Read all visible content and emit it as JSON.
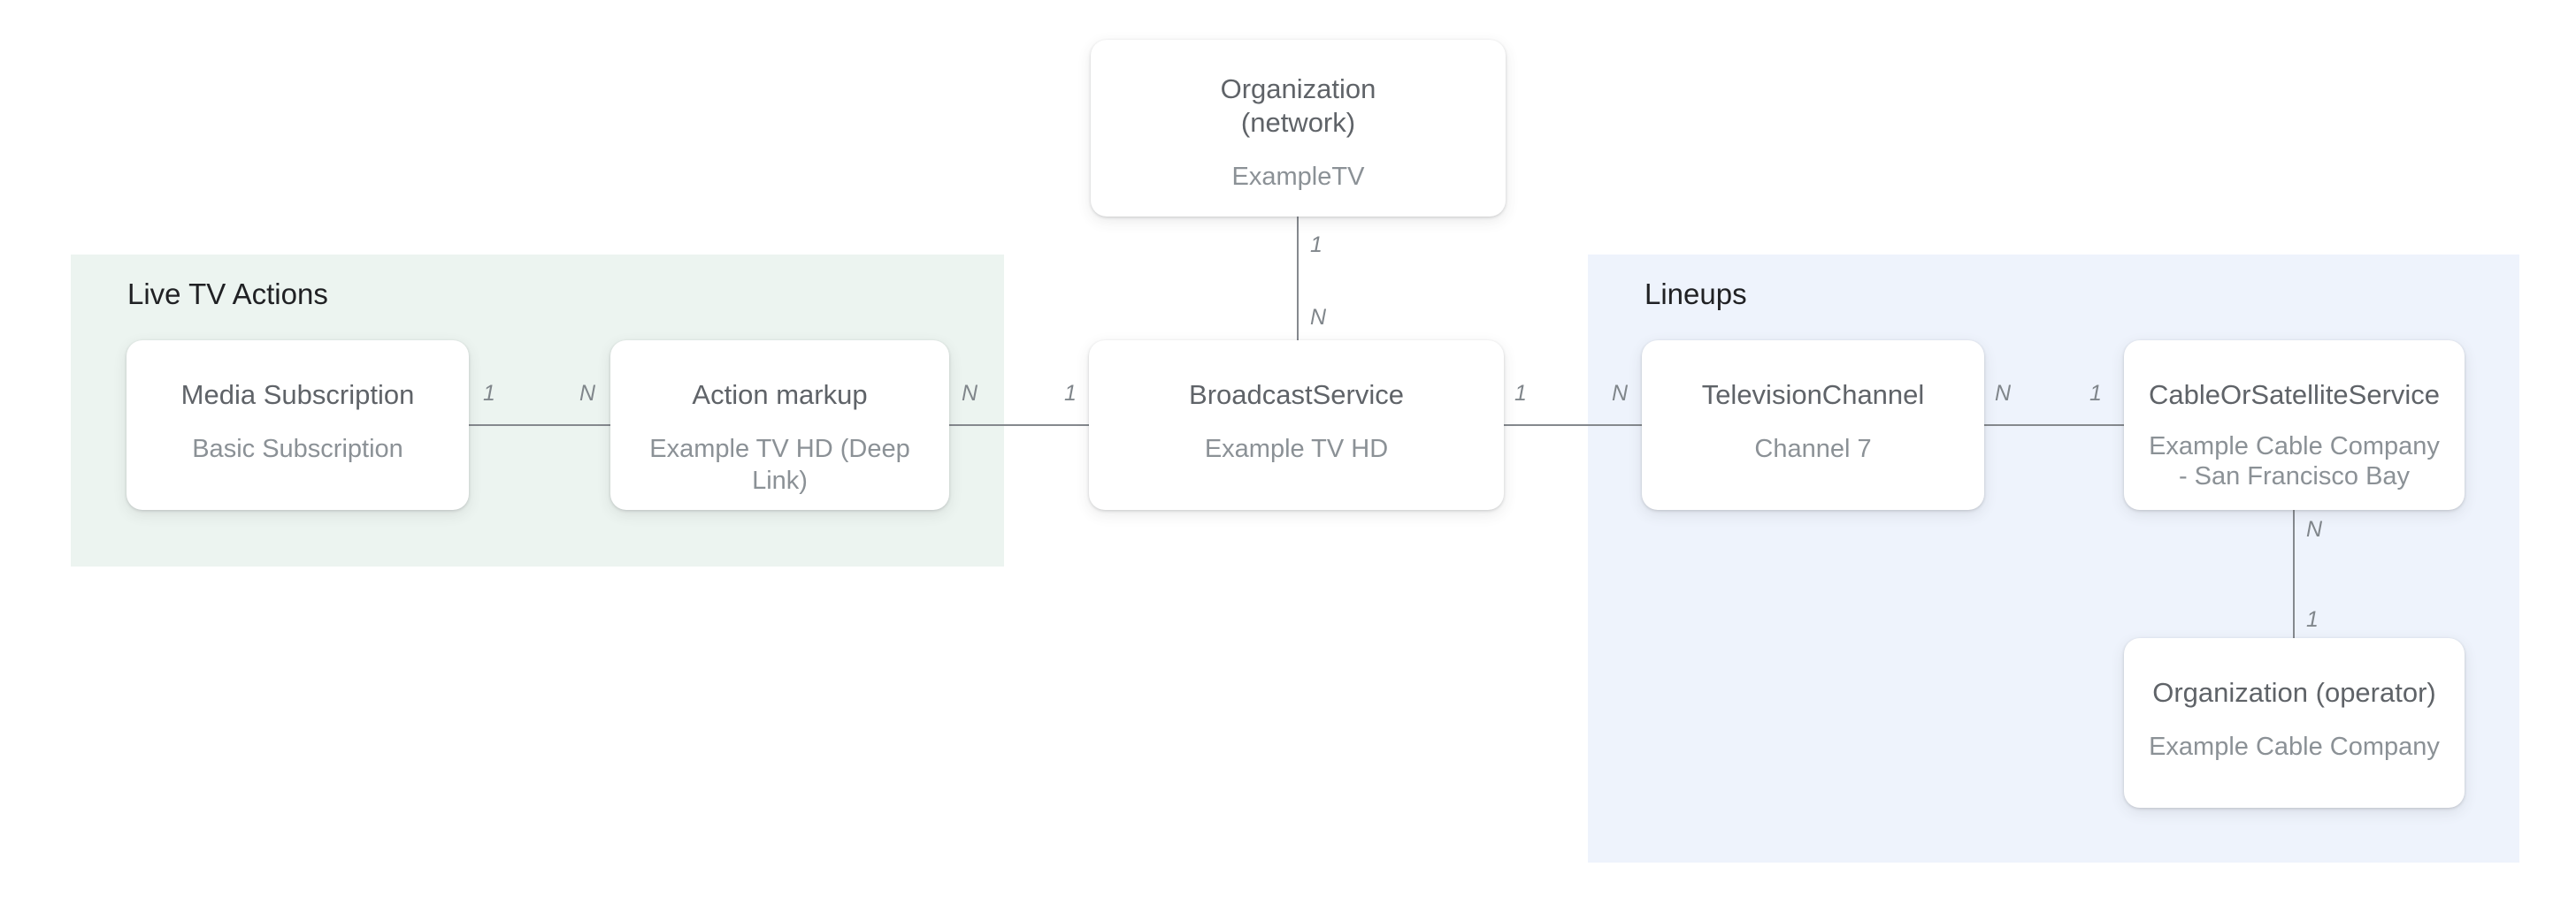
{
  "diagram": {
    "regions": {
      "live_tv_actions": {
        "title": "Live TV Actions"
      },
      "lineups": {
        "title": "Lineups"
      }
    },
    "nodes": {
      "org_network": {
        "title": "Organization (network)",
        "subtitle": "ExampleTV"
      },
      "media_subscription": {
        "title": "Media Subscription",
        "subtitle": "Basic Subscription"
      },
      "action_markup": {
        "title": "Action markup",
        "subtitle": "Example TV HD (Deep Link)"
      },
      "broadcast_service": {
        "title": "BroadcastService",
        "subtitle": "Example TV HD"
      },
      "television_channel": {
        "title": "TelevisionChannel",
        "subtitle": "Channel 7"
      },
      "cable_or_satellite_service": {
        "title": "CableOrSatelliteService",
        "subtitle": "Example Cable Company - San Francisco Bay"
      },
      "org_operator": {
        "title": "Organization (operator)",
        "subtitle": "Example Cable Company"
      }
    },
    "cardinalities": {
      "network_to_broadcast": {
        "from": "1",
        "to": "N"
      },
      "mediasub_to_action": {
        "from": "1",
        "to": "N"
      },
      "action_to_broadcast": {
        "from": "N",
        "to": "1"
      },
      "broadcast_to_channel": {
        "from": "1",
        "to": "N"
      },
      "channel_to_cable": {
        "from": "N",
        "to": "1"
      },
      "cable_to_operator": {
        "from": "N",
        "to": "1"
      }
    },
    "colors": {
      "live_tv_actions_bg": "#ECF4F0",
      "lineups_bg": "#EEF3FC",
      "card_bg": "#FFFFFF",
      "region_title_text": "#202124",
      "card_title_text": "#5F6368",
      "card_subtitle_text": "#8B9196",
      "connector_line": "#85898E",
      "cardinality_text": "#80868B"
    }
  }
}
